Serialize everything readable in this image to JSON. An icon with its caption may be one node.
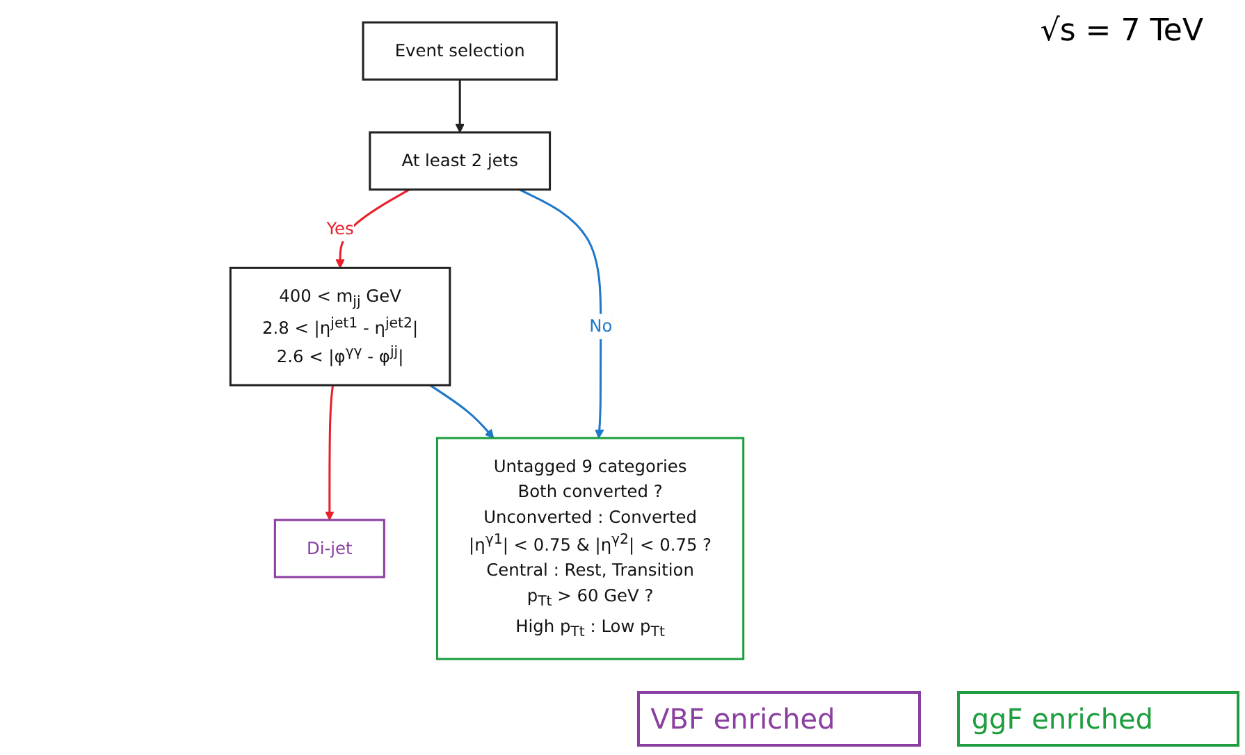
{
  "diagram": {
    "nodes": [
      {
        "text": [
          "Event selection"
        ]
      },
      {
        "text": [
          "At least 2 jets"
        ]
      },
      {
        "text": [
          "400 < m$_{jj}$ GeV",
          "2.8 < |η$^{jet1}$ - η$^{jet2}$|",
          "2.6 < |φ$^{γγ}$ - φ$^{jj}$|"
        ]
      },
      {
        "text": [
          "Di-jet"
        ]
      },
      {
        "text": [
          "Untagged 9 categories",
          "Both converted ?",
          "Unconverted : Converted",
          "|η$^{γ1}$| < 0.75 & |η$^{γ2}$| < 0.75 ?",
          "Central : Rest, Transition",
          "p$_{Tt}$ > 60 GeV ?",
          "High p$_{Tt}$ : Low p$_{Tt}$"
        ]
      }
    ],
    "edges": [
      {
        "from": 0,
        "to": 1,
        "arrow": "to",
        "color": "#222222"
      },
      {
        "from": 1,
        "to": 2,
        "arrow": "to",
        "label": "Yes",
        "color": "#e8202a"
      },
      {
        "from": 2,
        "to": 3,
        "arrow": "to",
        "color": "#e8202a"
      },
      {
        "from": 1,
        "to": 4,
        "arrow": "to",
        "label": "No",
        "color": "#1f78c8"
      },
      {
        "from": 2,
        "to": 4,
        "arrow": "to",
        "color": "#1f78c8"
      }
    ],
    "labels": [
      "√s = 7 TeV"
    ],
    "legend": [
      {
        "text": "VBF enriched",
        "color": "#8b3fa0"
      },
      {
        "text": "ggF enriched",
        "color": "#1e9e3e"
      }
    ]
  }
}
